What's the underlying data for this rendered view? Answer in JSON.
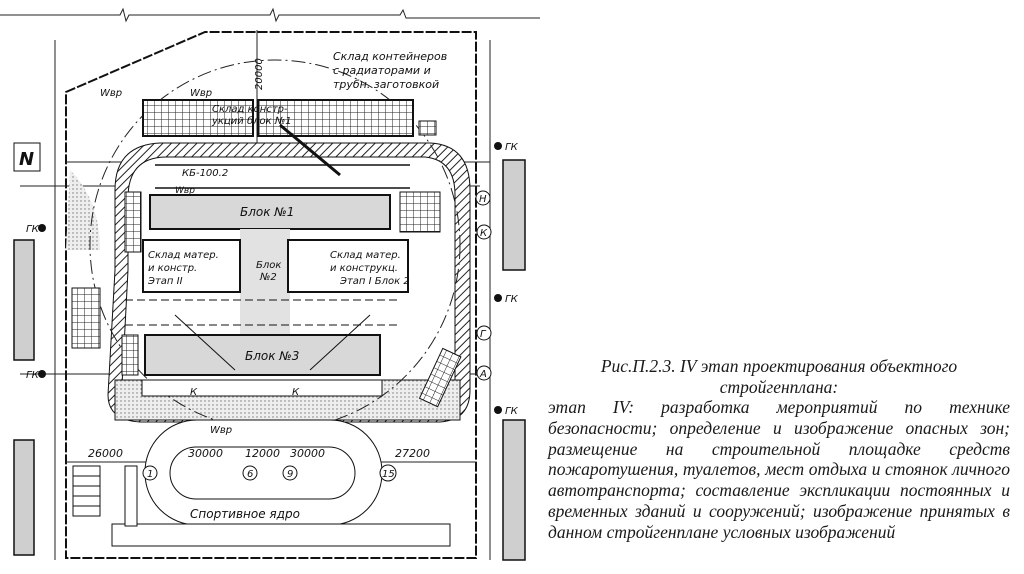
{
  "caption": {
    "title": "Рис.П.2.3.  IV этап проектирования объектного стройгенплана:",
    "body": "этап IV: разработка мероприятий по технике безопасности; определение и изображение опасных зон; размещение на строительной площадке средств пожаротушения, туалетов, мест отдыха и стоянок личного автотранспорта; составление экспликации постоянных и временных зданий и сооружений; изображение принятых в данном стройгенплане условных изображений"
  },
  "plan": {
    "north": "N",
    "labels": {
      "container_store": "Склад контейнеров",
      "container_store2": "с радиаторами и",
      "container_store3": "трубн. заготовкой",
      "struct_store": "Склад констр-",
      "struct_store2": "укций блок №1",
      "crane": "КБ-100.2",
      "block1": "Блок №1",
      "block2": "Блок",
      "block2b": "№2",
      "block3": "Блок №3",
      "store_left": "Склад матер.",
      "store_left2": "и констр.",
      "store_left3": "Этап II",
      "store_right": "Склад матер.",
      "store_right2": "и конструкц.",
      "store_right3": "Этап I Блок 2",
      "sports": "Спортивное ядро",
      "wvr": "Wвр",
      "k": "К",
      "gk": "ГК"
    },
    "axes": [
      "Н",
      "К",
      "Г",
      "А",
      "1",
      "6",
      "9",
      "15"
    ],
    "dimensions": [
      "26000",
      "30000",
      "12000",
      "30000",
      "27200",
      "20000"
    ]
  }
}
